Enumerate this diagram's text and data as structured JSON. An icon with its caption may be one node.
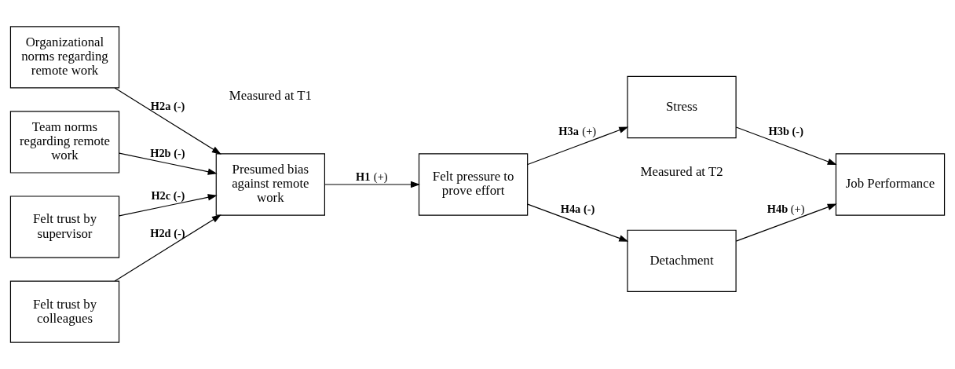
{
  "diagram": {
    "nodes": [
      {
        "text": [
          "Organizational norms regarding remote work"
        ]
      },
      {
        "text": [
          "Team norms regarding remote work"
        ]
      },
      {
        "text": [
          "Felt trust by supervisor"
        ]
      },
      {
        "text": [
          "Felt trust by colleagues"
        ]
      },
      {
        "text": [
          "Presumed bias against remote work"
        ]
      },
      {
        "text": [
          "Felt pressure to prove effort"
        ]
      },
      {
        "text": [
          "Stress"
        ]
      },
      {
        "text": [
          "Detachment"
        ]
      },
      {
        "text": [
          "Job Performance"
        ]
      }
    ],
    "edges": [
      {
        "from": 0,
        "to": 4,
        "arrow": "to",
        "label": "**H2a (-)**"
      },
      {
        "from": 1,
        "to": 4,
        "arrow": "to",
        "label": "**H2b (-)**"
      },
      {
        "from": 2,
        "to": 4,
        "arrow": "to",
        "label": "**H2c (-)**"
      },
      {
        "from": 3,
        "to": 4,
        "arrow": "to",
        "label": "**H2d (-)**"
      },
      {
        "from": 4,
        "to": 5,
        "arrow": "to",
        "label": "**H1** (+)"
      },
      {
        "from": 5,
        "to": 6,
        "arrow": "to",
        "label": "**H3a** (+)"
      },
      {
        "from": 5,
        "to": 7,
        "arrow": "to",
        "label": "**H4a (-)**"
      },
      {
        "from": 6,
        "to": 8,
        "arrow": "to",
        "label": "**H3b (-)**"
      },
      {
        "from": 7,
        "to": 8,
        "arrow": "to",
        "label": "**H4b** (+)"
      }
    ],
    "labels": [
      "Measured at T1",
      "Measured at T2"
    ]
  }
}
